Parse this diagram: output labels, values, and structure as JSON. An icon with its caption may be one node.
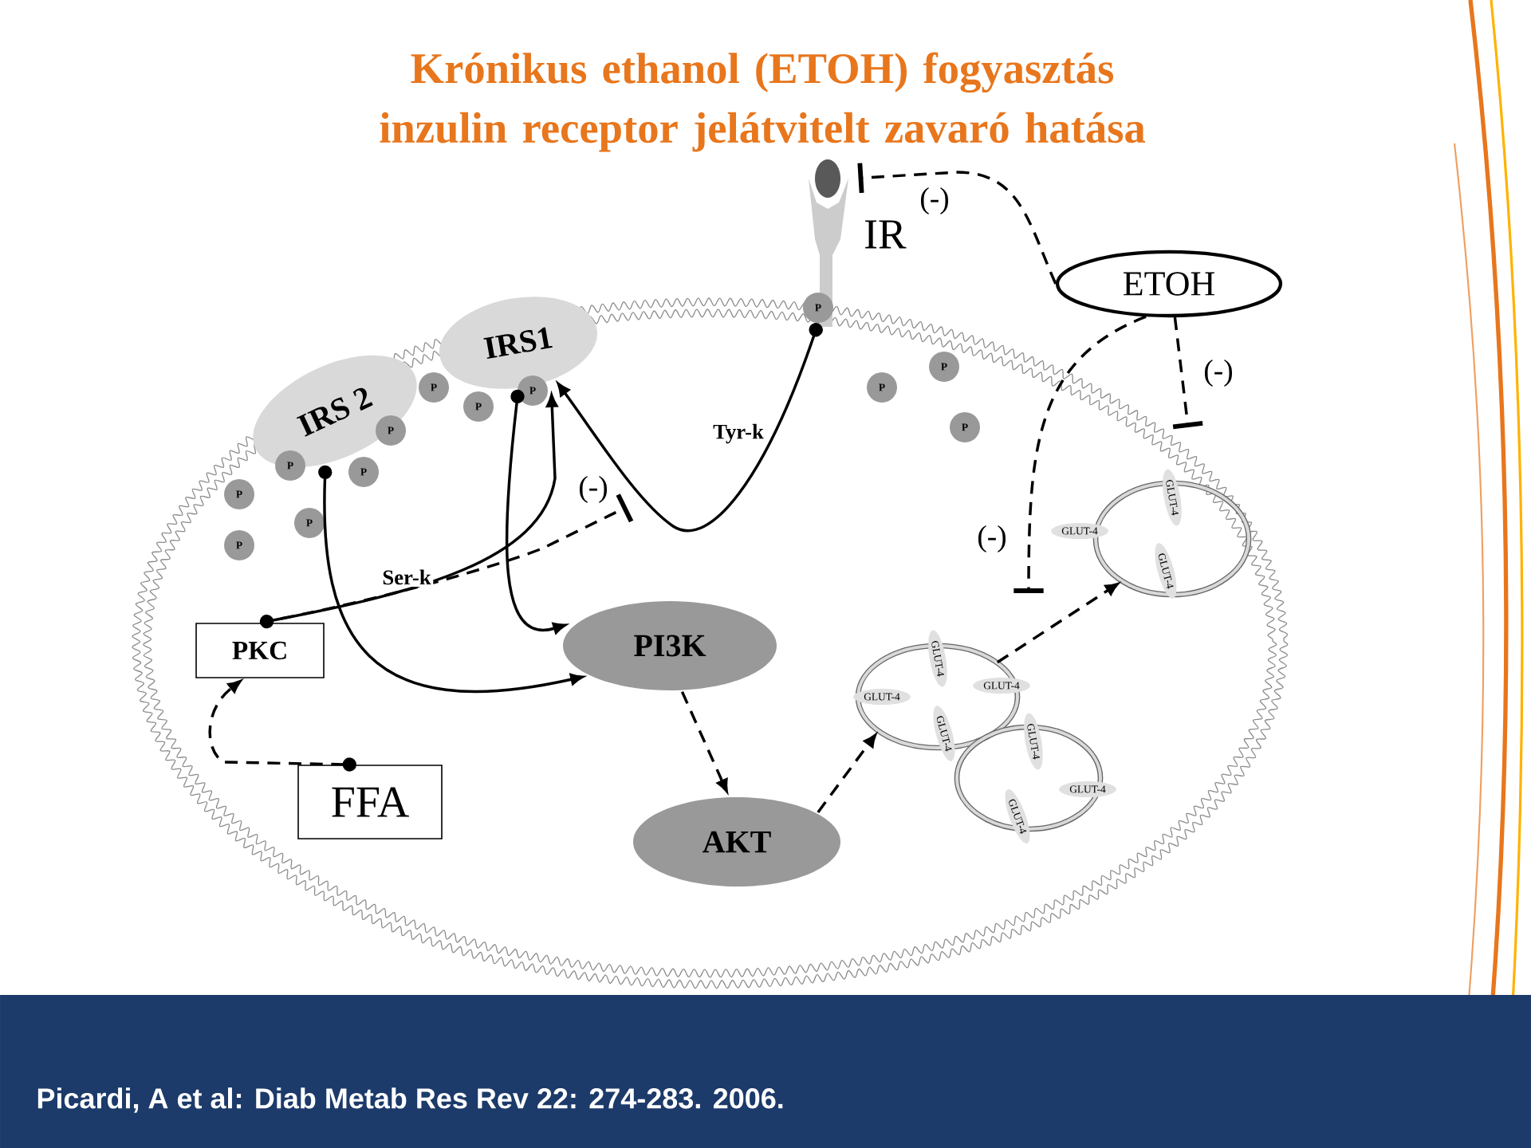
{
  "diagram": {
    "title": "Krónikus ethanol (ETOH) fogyasztás inzulin receptor jelátvitelt zavaró hatása",
    "caption": "Picardi, A et al: Diab Metab Res Rev 22: 274-283. 2006.",
    "nodes": [
      {
        "text": [
          "IR"
        ]
      },
      {
        "text": [
          "ETOH"
        ]
      },
      {
        "text": [
          "P"
        ]
      },
      {
        "text": [
          "IRS1"
        ]
      },
      {
        "text": [
          "IRS 2"
        ]
      },
      {
        "text": [
          "P"
        ]
      },
      {
        "text": [
          "P"
        ]
      },
      {
        "text": [
          "P"
        ]
      },
      {
        "text": [
          "P"
        ]
      },
      {
        "text": [
          "P"
        ]
      },
      {
        "text": [
          "P"
        ]
      },
      {
        "text": [
          "P"
        ]
      },
      {
        "text": [
          "P"
        ]
      },
      {
        "text": [
          "P"
        ]
      },
      {
        "text": [
          "P"
        ]
      },
      {
        "text": [
          "P"
        ]
      },
      {
        "text": [
          "P"
        ]
      },
      {
        "text": [
          "GLUT-4",
          "GLUT-4",
          "GLUT-4"
        ]
      },
      {
        "text": [
          "PKC"
        ]
      },
      {
        "text": [
          "PI3K"
        ]
      },
      {
        "text": [
          "GLUT-4",
          "GLUT-4",
          "GLUT-4",
          "GLUT-4"
        ]
      },
      {
        "text": [
          "GLUT-4",
          "GLUT-4",
          "GLUT-4"
        ]
      },
      {
        "text": [
          "FFA"
        ]
      },
      {
        "text": [
          "AKT"
        ]
      }
    ],
    "edges": [
      {
        "from": 2,
        "to": 3,
        "arrow": "to",
        "label": "Tyr-k"
      },
      {
        "from": 18,
        "to": 3,
        "arrow": "to",
        "label": "Ser-k"
      },
      {
        "from": 18,
        "to": null,
        "arrow": "other",
        "style": "dashed",
        "label": "(-)"
      },
      {
        "from": 4,
        "to": 19,
        "arrow": "to"
      },
      {
        "from": 3,
        "to": 19,
        "arrow": "to"
      },
      {
        "from": 22,
        "to": 18,
        "arrow": "to",
        "style": "dashed"
      },
      {
        "from": 19,
        "to": 23,
        "arrow": "to",
        "style": "dashed"
      },
      {
        "from": 23,
        "to": 20,
        "arrow": "to",
        "style": "dashed"
      },
      {
        "from": 20,
        "to": 17,
        "arrow": "to",
        "style": "dashed"
      },
      {
        "from": 1,
        "to": 0,
        "arrow": "other",
        "style": "dashed",
        "label": "(-)"
      },
      {
        "from": 1,
        "to": null,
        "arrow": "other",
        "style": "dashed",
        "label": "(-)"
      },
      {
        "from": 1,
        "to": null,
        "arrow": "other",
        "style": "dashed",
        "label": "(-)"
      }
    ]
  }
}
